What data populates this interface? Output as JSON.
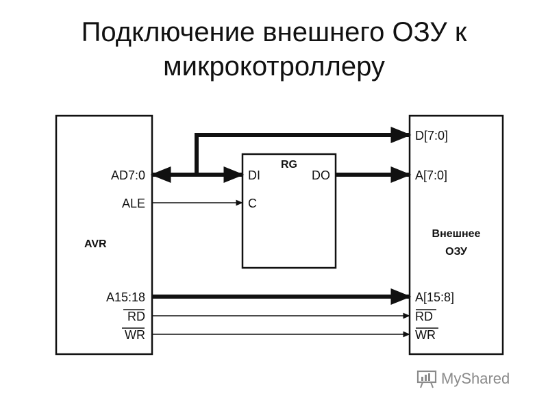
{
  "title": {
    "line1": "Подключение внешнего ОЗУ к",
    "line2": "микрокотроллеру"
  },
  "diagram": {
    "avr_block": {
      "name": "AVR",
      "pins": {
        "ad": "AD7:0",
        "ale": "ALE",
        "a_high": "A15:18",
        "rd": "RD",
        "wr": "WR"
      }
    },
    "register_block": {
      "name": "RG",
      "pins": {
        "di": "DI",
        "do": "DO",
        "c": "C"
      }
    },
    "ram_block": {
      "name_line1": "Внешнее",
      "name_line2": "ОЗУ",
      "pins": {
        "d": "D[7:0]",
        "a_low": "A[7:0]",
        "a_high": "A[15:8]",
        "rd": "RD",
        "wr": "WR"
      }
    }
  },
  "watermark": {
    "text": "MyShared",
    "icon": "presentation-board-icon"
  },
  "colors": {
    "ink": "#111111",
    "watermark": "#8a8a8a"
  }
}
